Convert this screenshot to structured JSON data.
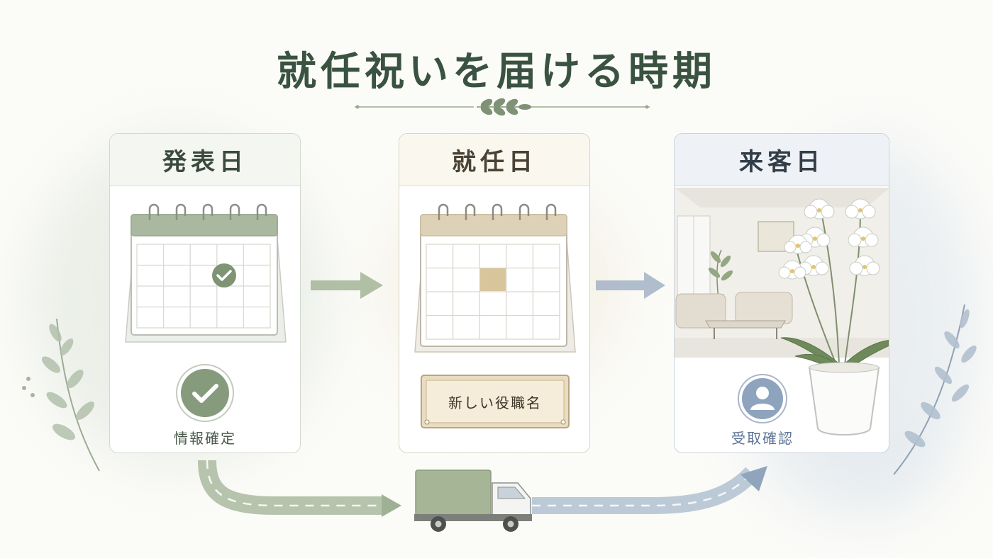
{
  "title": "就任祝いを届ける時期",
  "cards": [
    {
      "heading": "発表日",
      "status": "情報確定"
    },
    {
      "heading": "就任日",
      "plaque": "新しい役職名"
    },
    {
      "heading": "来客日",
      "status": "受取確認"
    }
  ],
  "colors": {
    "green": "#8fa586",
    "beige": "#d9c9a6",
    "blue": "#8ea3be",
    "title": "#3a5240"
  }
}
